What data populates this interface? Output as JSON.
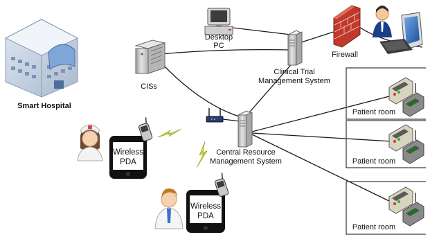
{
  "nodes": {
    "hospital": "Smart Hospital",
    "desktop_line1": "Desktop",
    "desktop_line2": "PC",
    "ctms_line1": "Clinical Trial",
    "ctms_line2": "Management System",
    "firewall": "Firewall",
    "ciss": "CISs",
    "crms_line1": "Central Resource",
    "crms_line2": "Management System",
    "pda_nurse_line1": "Wireless",
    "pda_nurse_line2": "PDA",
    "pda_doctor_line1": "Wireless",
    "pda_doctor_line2": "PDA"
  },
  "rooms": [
    "Patient room",
    "Patient room",
    "Patient room"
  ],
  "colors": {
    "line": "#1a1a1a",
    "server": "#d6d6d6",
    "firewall_brick": "#c0392b",
    "room_border": "#3f3f3f",
    "lightning": "#c8d22c"
  },
  "icons": [
    "building-icon",
    "server-icon",
    "desktop-pc-icon",
    "firewall-icon",
    "user-icon",
    "monitor-icon",
    "router-icon",
    "nurse-icon",
    "doctor-icon",
    "pda-icon",
    "bed-monitor-icon",
    "lightning-icon"
  ]
}
